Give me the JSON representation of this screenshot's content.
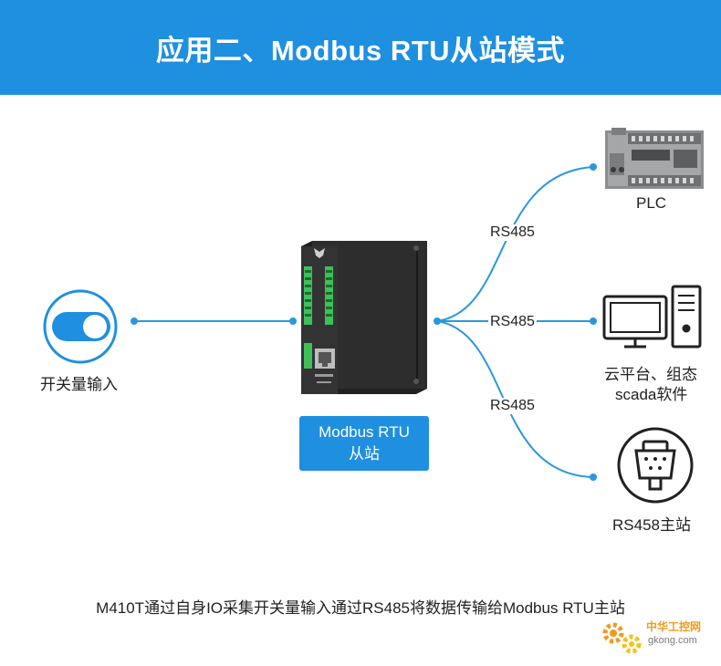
{
  "header": {
    "title": "应用二、Modbus RTU从站模式"
  },
  "switch_node": {
    "label": "开关量输入"
  },
  "device": {
    "badge_line1": "Modbus RTU",
    "badge_line2": "从站"
  },
  "links": [
    {
      "label": "RS485",
      "target": "plc"
    },
    {
      "label": "RS485",
      "target": "cloud"
    },
    {
      "label": "RS485",
      "target": "master"
    }
  ],
  "targets": {
    "plc": {
      "label": "PLC"
    },
    "cloud": {
      "line1": "云平台、组态",
      "line2": "scada软件"
    },
    "master": {
      "label": "RS458主站"
    }
  },
  "caption": "M410T通过自身IO采集开关量输入通过RS485将数据传输给Modbus RTU主站",
  "watermark": {
    "line1": "中华工控网",
    "line2": "gkong.com"
  },
  "colors": {
    "accent": "#1f8fe0",
    "line": "#2b97e0",
    "device_body": "#2a2a2a",
    "terminal": "#3fbf5a"
  },
  "icons": {
    "switch": "toggle-switch-icon",
    "plc": "plc-icon",
    "cloud": "computer-icon",
    "master": "serial-connector-icon"
  }
}
